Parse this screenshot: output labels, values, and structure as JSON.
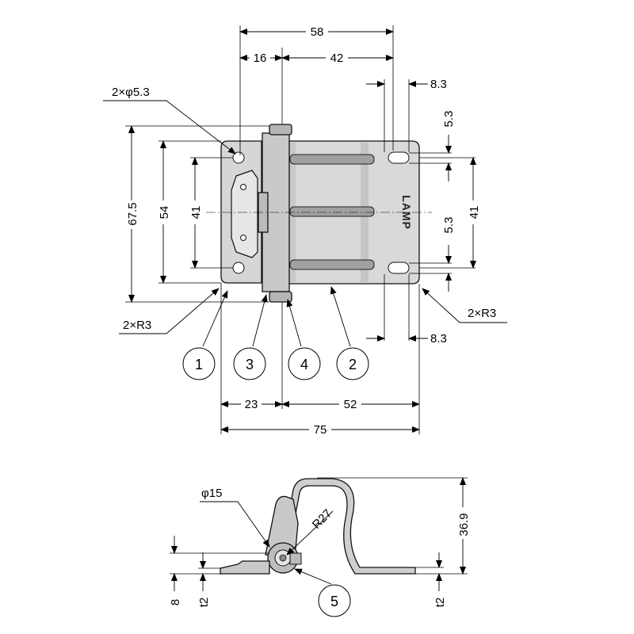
{
  "top_view": {
    "dims": {
      "overall_hole_span": "58",
      "knuckle_offset": "16",
      "right_span": "42",
      "slot_width_top": "8.3",
      "slot_width_bottom": "8.3",
      "slot_length_top": "5.3",
      "slot_length_bottom": "5.3",
      "height_overall": "67.5",
      "height_holes": "54",
      "height_inner_left": "41",
      "height_inner_right": "41",
      "hole_dia": "2×φ5.3",
      "corner_left": "2×R3",
      "corner_right": "2×R3",
      "left_width": "23",
      "right_width": "52",
      "overall_width": "75"
    },
    "logo": "LAMP",
    "callouts": [
      "1",
      "3",
      "4",
      "2"
    ]
  },
  "side_view": {
    "dims": {
      "pin_dia": "φ15",
      "radius": "R27",
      "height": "36.9",
      "base_height": "8",
      "thickness_left": "t2",
      "thickness_right": "t2"
    },
    "callouts": [
      "5"
    ]
  },
  "colors": {
    "plate": "#d8d8d8",
    "plate_shade": "#bdbdbd",
    "rod": "#9c9c9c",
    "line": "#000000"
  }
}
